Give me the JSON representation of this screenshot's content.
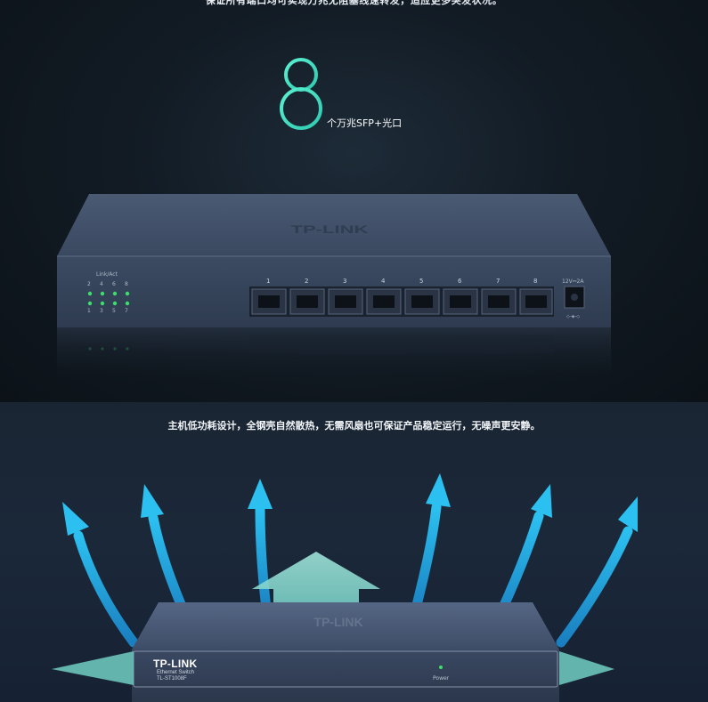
{
  "top": {
    "caption": "保证所有端口均可实现万兆无阻塞线速转发，适应更多突发状况。",
    "port_count": "8",
    "port_count_label": "个万兆SFP+光口"
  },
  "switch_front": {
    "led_label": "Link/Act",
    "led_numbers_top": [
      "2",
      "4",
      "6",
      "8"
    ],
    "led_numbers_bottom": [
      "1",
      "3",
      "5",
      "7"
    ],
    "ports": [
      "1",
      "2",
      "3",
      "4",
      "5",
      "6",
      "7",
      "8"
    ],
    "power_spec": "12V⎓2A",
    "top_logo": "TP-LINK"
  },
  "bottom": {
    "caption": "主机低功耗设计，全钢壳自然散热，无需风扇也可保证产品稳定运行，无噪声更安静。",
    "brand": "TP-LINK",
    "brand_sub1": "Ethernet Switch",
    "brand_sub2": "TL-ST1008F",
    "power_label": "Power"
  },
  "colors": {
    "accent_teal": "#3ee0c0",
    "arrow_blue": "#22a8e0",
    "led_green": "#3be06a"
  }
}
